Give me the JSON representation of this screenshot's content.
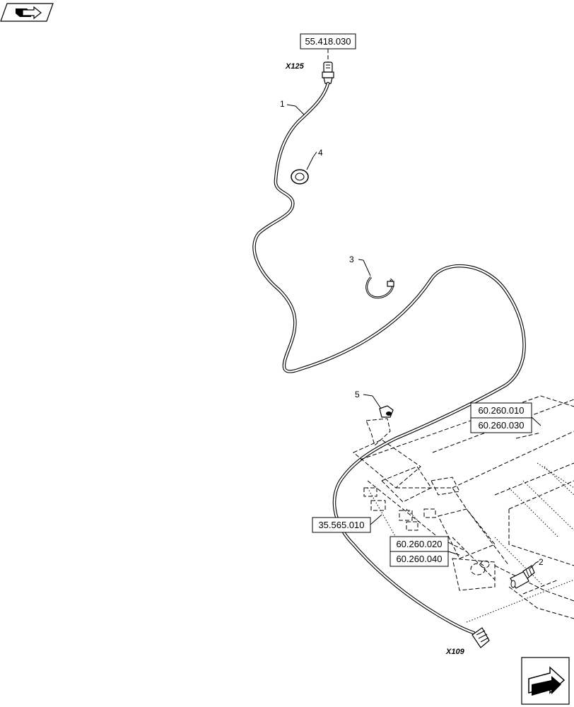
{
  "icons": {
    "top_left": "book-with-arrow-icon",
    "bottom_right": "next-page-arrow-icon"
  },
  "connectors": {
    "top": "X125",
    "bottom": "X109"
  },
  "references": {
    "r1": "55.418.030",
    "r2": "60.260.010",
    "r3": "60.260.030",
    "r4": "35.565.010",
    "r5": "60.260.020",
    "r6": "60.260.040"
  },
  "callouts": {
    "c1": "1",
    "c2": "2",
    "c3": "3",
    "c4": "4",
    "c5": "5"
  }
}
